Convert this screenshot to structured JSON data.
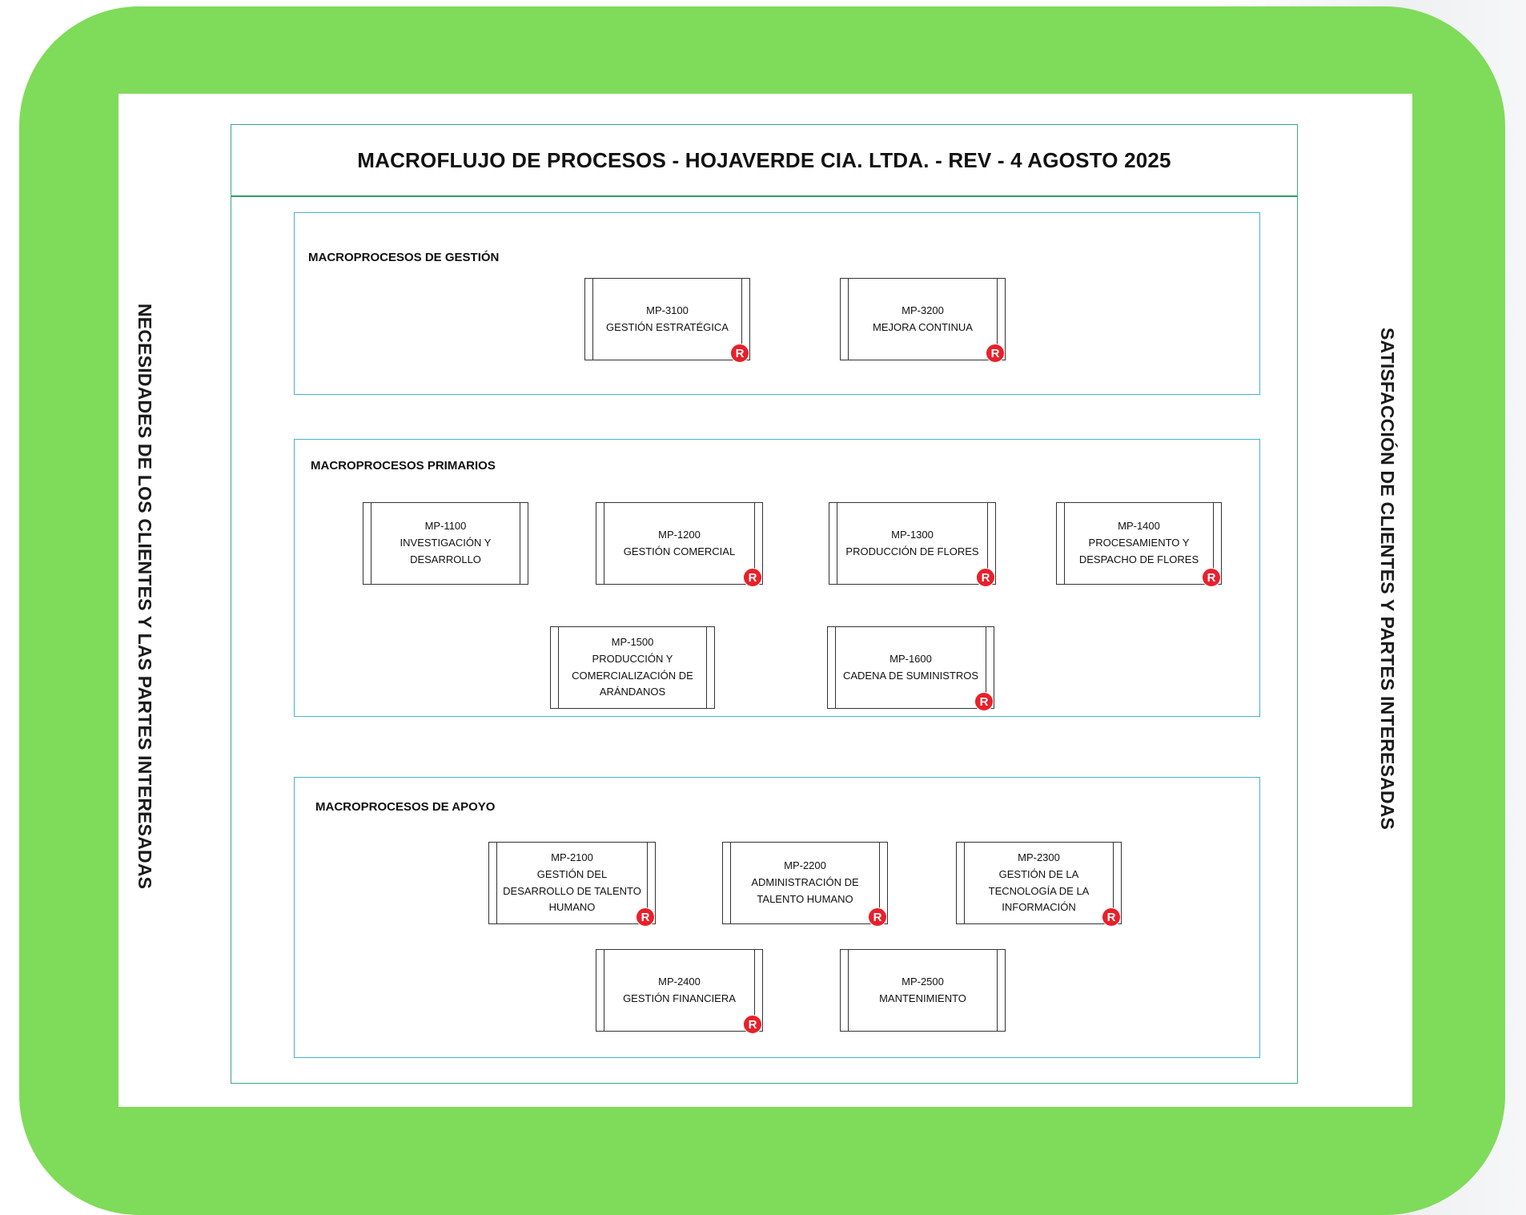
{
  "title": "MACROFLUJO DE PROCESOS - HOJAVERDE CIA. LTDA.  - REV - 4 AGOSTO 2025",
  "left_label": "NECESIDADES DE LOS CLIENTES Y LAS PARTES INTERESADAS",
  "right_label": "SATISFACCIÓN DE CLIENTES Y PARTES INTERESADAS",
  "badge_letter": "R",
  "colors": {
    "frame": "#7fdb5a",
    "main_border": "#3fa58a",
    "section_border": "#48b3cf",
    "badge": "#e8202a"
  },
  "sections": {
    "gestion": {
      "label": "MACROPROCESOS DE GESTIÓN",
      "processes": [
        {
          "code": "MP-3100",
          "name": "GESTIÓN ESTRATÉGICA",
          "badge": true
        },
        {
          "code": "MP-3200",
          "name": "MEJORA CONTINUA",
          "badge": true
        }
      ]
    },
    "primarios": {
      "label": "MACROPROCESOS PRIMARIOS",
      "processes": [
        {
          "code": "MP-1100",
          "name": "INVESTIGACIÓN Y DESARROLLO",
          "badge": false
        },
        {
          "code": "MP-1200",
          "name": "GESTIÓN COMERCIAL",
          "badge": true
        },
        {
          "code": "MP-1300",
          "name": "PRODUCCIÓN DE FLORES",
          "badge": true
        },
        {
          "code": "MP-1400",
          "name": "PROCESAMIENTO Y DESPACHO DE FLORES",
          "badge": true
        },
        {
          "code": "MP-1500",
          "name": "PRODUCCIÓN Y COMERCIALIZACIÓN DE ARÁNDANOS",
          "badge": false
        },
        {
          "code": "MP-1600",
          "name": "CADENA DE SUMINISTROS",
          "badge": true
        }
      ]
    },
    "apoyo": {
      "label": "MACROPROCESOS DE APOYO",
      "processes": [
        {
          "code": "MP-2100",
          "name": "GESTIÓN DEL DESARROLLO DE TALENTO HUMANO",
          "badge": true
        },
        {
          "code": "MP-2200",
          "name": "ADMINISTRACIÓN DE TALENTO HUMANO",
          "badge": true
        },
        {
          "code": "MP-2300",
          "name": "GESTIÓN DE LA TECNOLOGÍA DE LA INFORMACIÓN",
          "badge": true
        },
        {
          "code": "MP-2400",
          "name": "GESTIÓN FINANCIERA",
          "badge": true
        },
        {
          "code": "MP-2500",
          "name": "MANTENIMIENTO",
          "badge": false
        }
      ]
    }
  }
}
